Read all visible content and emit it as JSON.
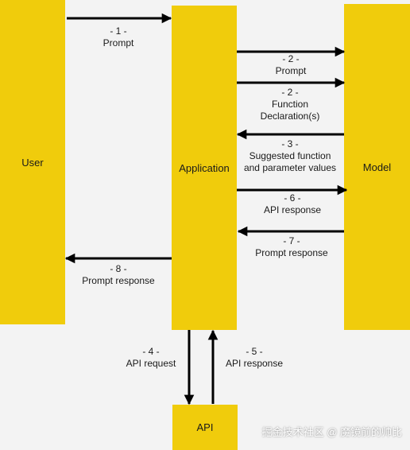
{
  "boxes": {
    "user": "User",
    "application": "Application",
    "model": "Model",
    "api": "API"
  },
  "steps": {
    "s1": {
      "num": "- 1 -",
      "text": "Prompt"
    },
    "s2a": {
      "num": "- 2 -",
      "text": "Prompt"
    },
    "s2b": {
      "num": "- 2 -",
      "line1": "Function",
      "line2": "Declaration(s)"
    },
    "s3": {
      "num": "- 3 -",
      "line1": "Suggested function",
      "line2": "and parameter values"
    },
    "s6": {
      "num": "- 6 -",
      "text": "API response"
    },
    "s7": {
      "num": "- 7 -",
      "text": "Prompt response"
    },
    "s8": {
      "num": "- 8 -",
      "text": "Prompt response"
    },
    "s4": {
      "num": "- 4 -",
      "text": "API request"
    },
    "s5": {
      "num": "- 5 -",
      "text": "API response"
    }
  },
  "watermark": "掘金技术社区 @ 魔镜前的帅比",
  "colors": {
    "box": "#f0cc0c",
    "arrow": "#000000",
    "background": "#f3f3f3"
  }
}
